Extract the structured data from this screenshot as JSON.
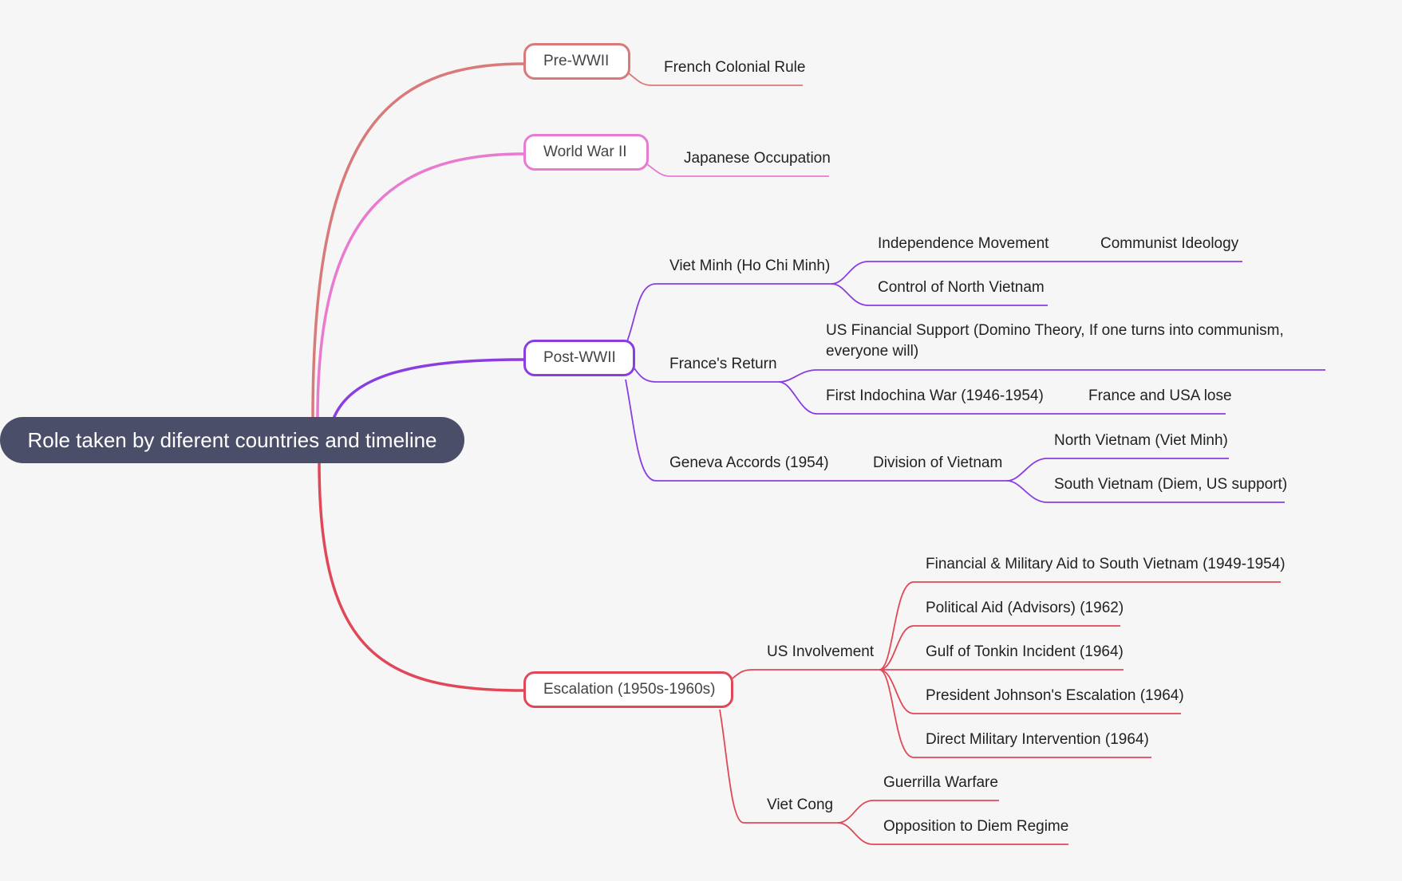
{
  "root": {
    "label": "Role taken by diferent countries and timeline"
  },
  "colors": {
    "root_bg": "#4a4e69",
    "pre_wwii": "#d97a7a",
    "world_war_ii": "#e87ad0",
    "post_wwii": "#8a3de0",
    "escalation": "#e04858"
  },
  "branches": {
    "pre_wwii": {
      "label": "Pre-WWII",
      "french_colonial_rule": "French Colonial Rule"
    },
    "world_war_ii": {
      "label": "World War II",
      "japanese_occupation": "Japanese Occupation"
    },
    "post_wwii": {
      "label": "Post-WWII",
      "viet_minh": {
        "label": "Viet Minh (Ho Chi Minh)",
        "independence_movement": "Independence Movement",
        "communist_ideology": "Communist Ideology",
        "control_north": "Control of North Vietnam"
      },
      "frances_return": {
        "label": "France's Return",
        "us_financial_support": "US Financial Support (Domino Theory, If one turns into communism, everyone will)",
        "first_indochina_war": "First Indochina War (1946-1954)",
        "france_usa_lose": "France and USA lose"
      },
      "geneva_accords": {
        "label": "Geneva Accords (1954)",
        "division": "Division of Vietnam",
        "north": "North Vietnam (Viet Minh)",
        "south": "South Vietnam (Diem, US support)"
      }
    },
    "escalation": {
      "label": "Escalation (1950s-1960s)",
      "us_involvement": {
        "label": "US Involvement",
        "aid": "Financial & Military Aid to South Vietnam (1949-1954)",
        "political_aid": "Political Aid (Advisors) (1962)",
        "tonkin": "Gulf of Tonkin Incident (1964)",
        "johnson": "President Johnson's Escalation (1964)",
        "direct": "Direct Military Intervention (1964)"
      },
      "viet_cong": {
        "label": "Viet Cong",
        "guerrilla": "Guerrilla Warfare",
        "opposition": "Opposition to Diem Regime"
      }
    }
  }
}
